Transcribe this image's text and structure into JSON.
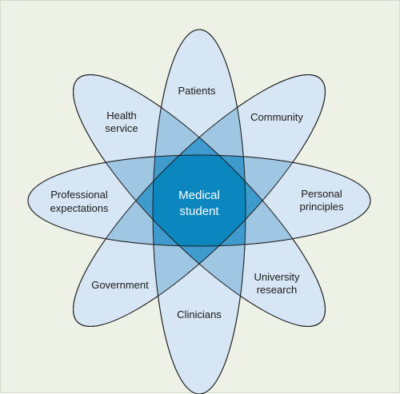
{
  "diagram": {
    "center": {
      "line1": "Medical",
      "line2": "student"
    },
    "petals": {
      "patients": {
        "line1": "Patients"
      },
      "community": {
        "line1": "Community"
      },
      "personal_principles": {
        "line1": "Personal",
        "line2": "principles"
      },
      "university_research": {
        "line1": "University",
        "line2": "research"
      },
      "clinicians": {
        "line1": "Clinicians"
      },
      "government": {
        "line1": "Government"
      },
      "professional_expectations": {
        "line1": "Professional",
        "line2": "expectations"
      },
      "health_service": {
        "line1": "Health",
        "line2": "service"
      }
    },
    "colors": {
      "background": "#eef2e6",
      "petal": "#d6e6f4",
      "overlap_two": "#9fc6e3",
      "overlap_dense": "#3f9bce",
      "center": "#0b86bf"
    }
  }
}
